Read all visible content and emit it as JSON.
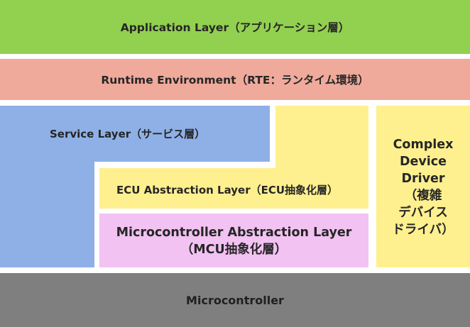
{
  "colors": {
    "application": "#92D050",
    "rte": "#EFAA9B",
    "service": "#8EB0E6",
    "ecu": "#FFF08F",
    "mcal": "#F2C2F2",
    "cdd": "#FFF08F",
    "microcontroller": "#7F7F7F"
  },
  "layers": {
    "application": "Application Layer（アプリケーション層）",
    "rte": "Runtime Environment（RTE：ランタイム環境）",
    "service": "Service Layer（サービス層）",
    "ecu": "ECU Abstraction Layer（ECU抽象化層）",
    "mcal_line1": "Microcontroller Abstraction Layer",
    "mcal_line2": "（MCU抽象化層）",
    "cdd_line1": "Complex",
    "cdd_line2": "Device",
    "cdd_line3": "Driver",
    "cdd_line4": "（複雑",
    "cdd_line5": "デバイス",
    "cdd_line6": "ドライバ）",
    "microcontroller": "Microcontroller"
  }
}
